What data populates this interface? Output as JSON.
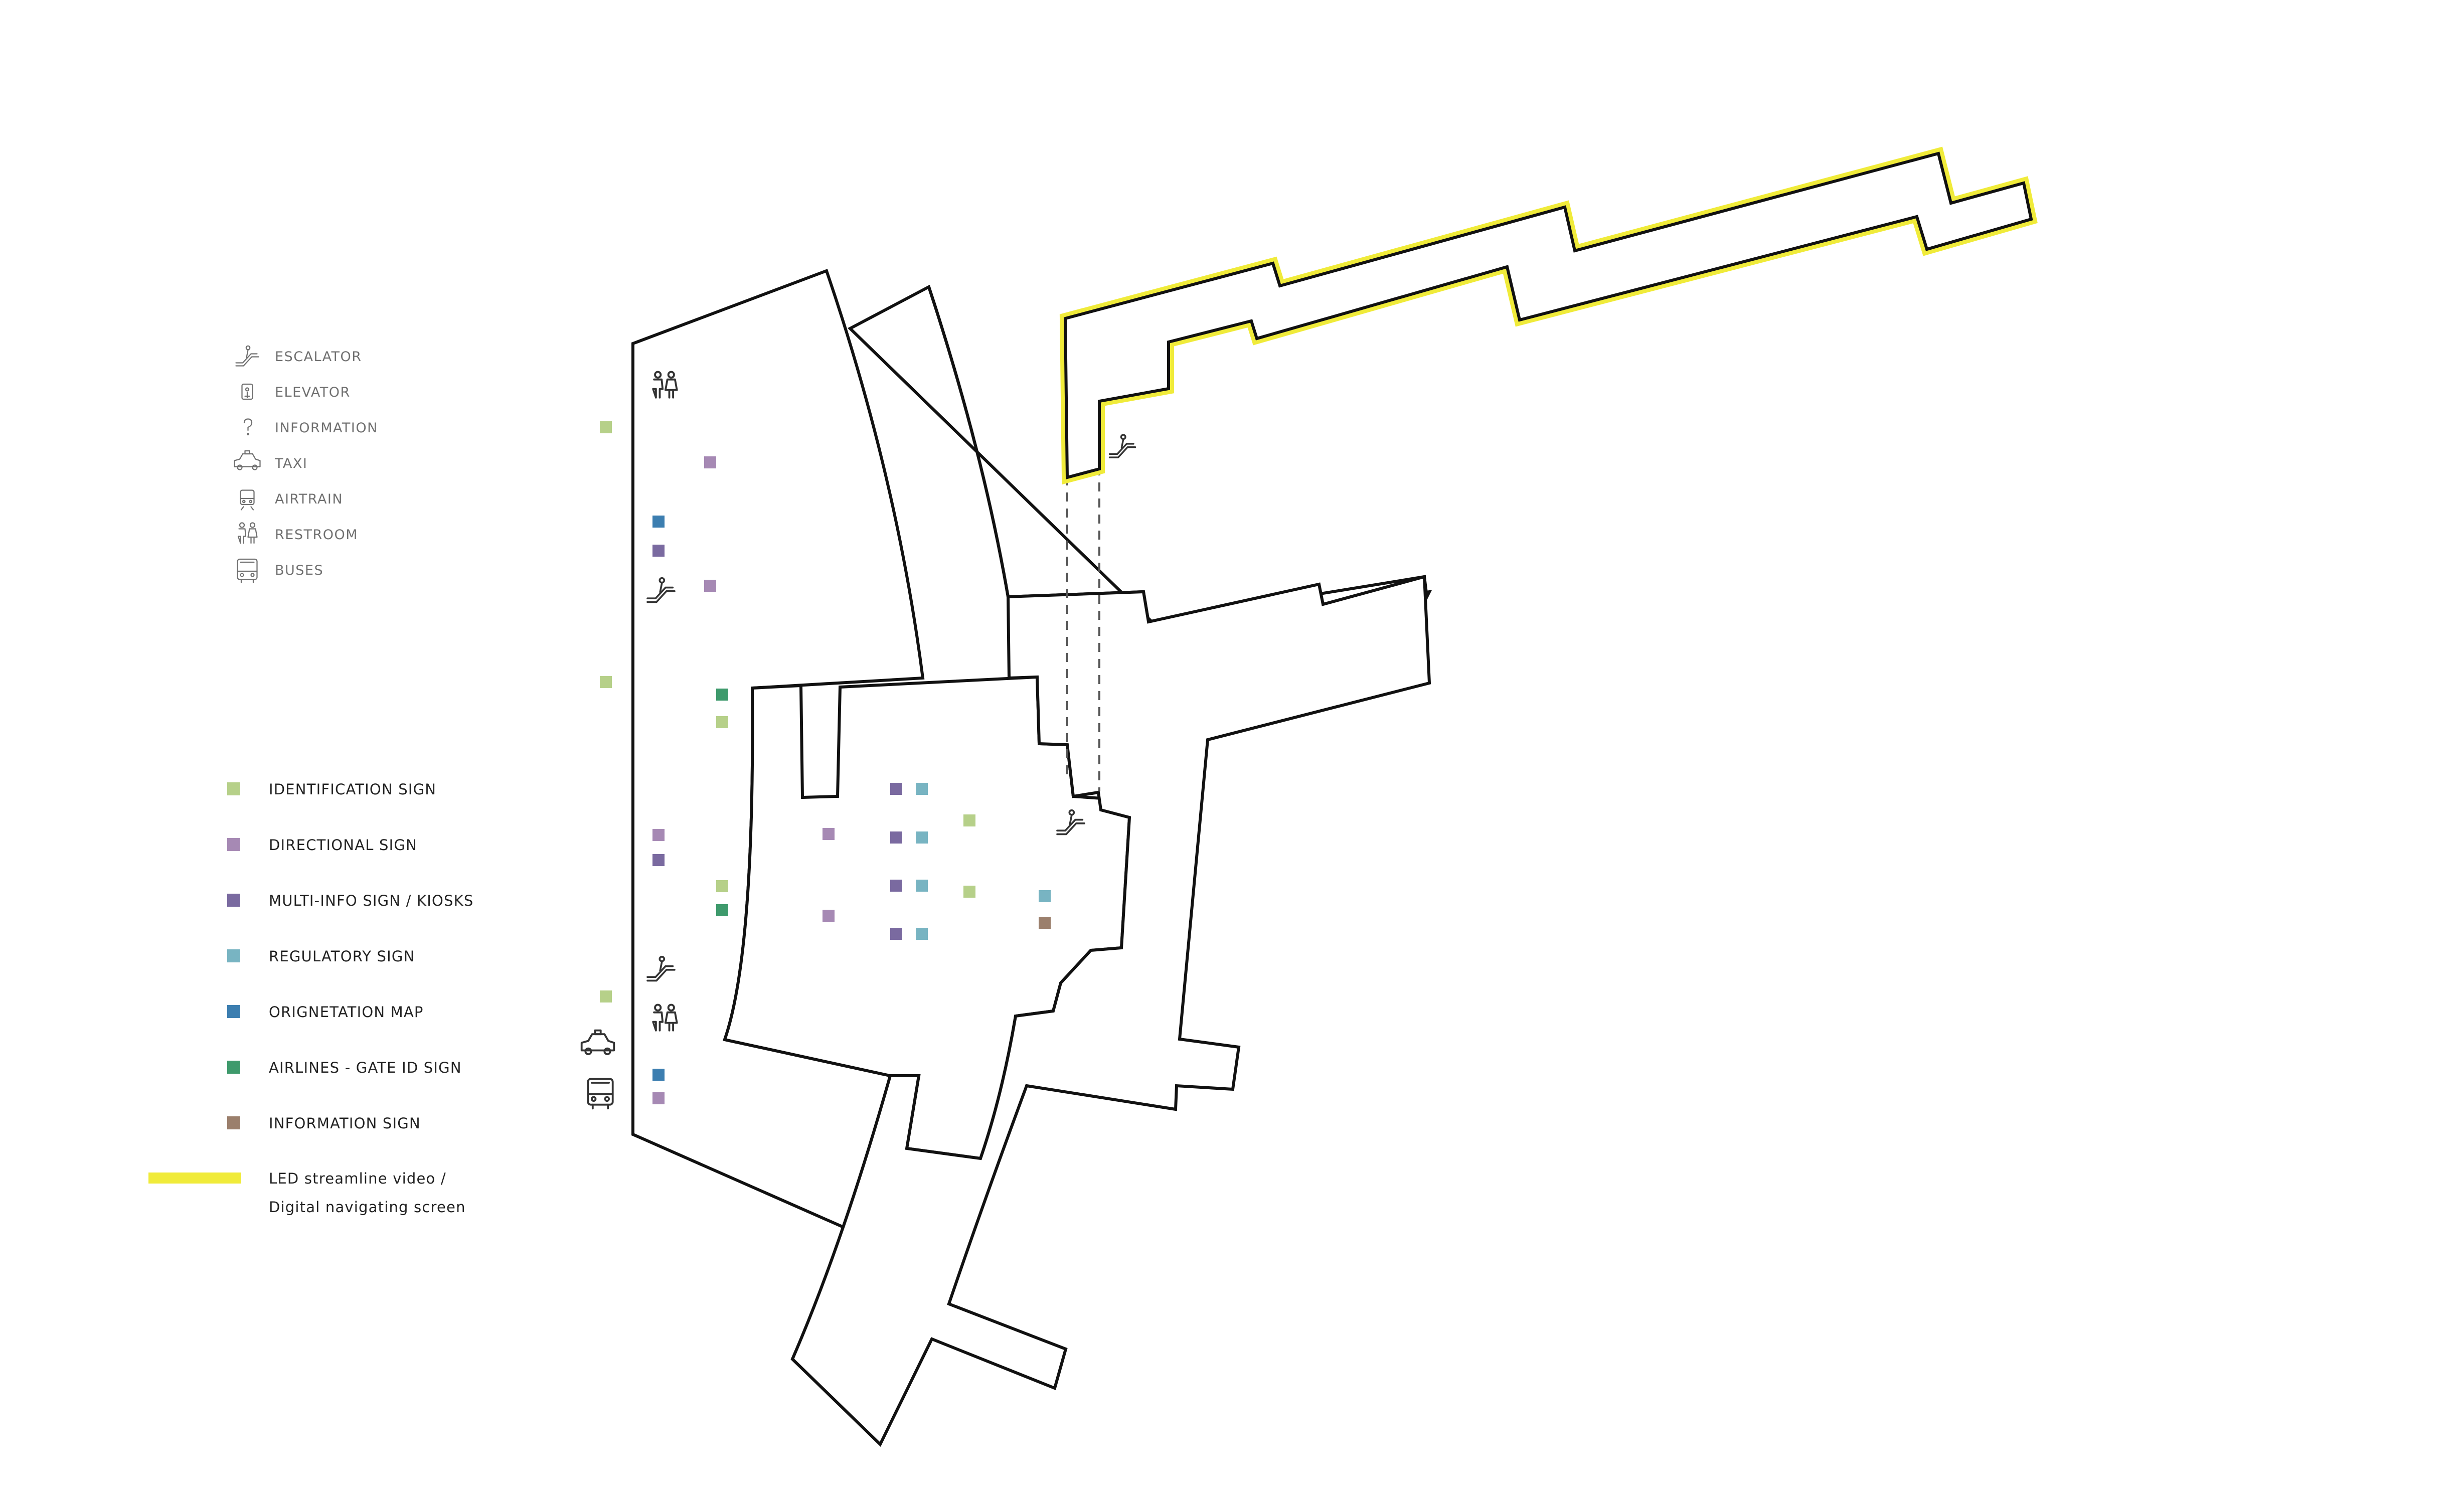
{
  "colors": {
    "identification_sign": "#b6d089",
    "directional_sign": "#a689b4",
    "multi_info_sign": "#7a6aa0",
    "regulatory_sign": "#78b4c2",
    "orientation_map": "#3c7eb0",
    "airlines_gate_id_sign": "#3e9a6c",
    "information_sign": "#9b7f6c",
    "led_streamline": "#f0eb3a",
    "outline": "#111111"
  },
  "icon_legend": {
    "items": [
      {
        "icon": "escalator-icon",
        "label": "ESCALATOR"
      },
      {
        "icon": "elevator-icon",
        "label": "ELEVATOR"
      },
      {
        "icon": "information-icon",
        "label": "INFORMATION"
      },
      {
        "icon": "taxi-icon",
        "label": "TAXI"
      },
      {
        "icon": "airtrain-icon",
        "label": "AIRTRAIN"
      },
      {
        "icon": "restroom-icon",
        "label": "RESTROOM"
      },
      {
        "icon": "bus-icon",
        "label": "BUSES"
      }
    ]
  },
  "sign_legend": {
    "items": [
      {
        "type": "identification_sign",
        "label": "IDENTIFICATION SIGN"
      },
      {
        "type": "directional_sign",
        "label": "DIRECTIONAL SIGN"
      },
      {
        "type": "multi_info_sign",
        "label": "MULTI-INFO SIGN / KIOSKS"
      },
      {
        "type": "regulatory_sign",
        "label": "REGULATORY SIGN"
      },
      {
        "type": "orientation_map",
        "label": "ORIGNETATION MAP"
      },
      {
        "type": "airlines_gate_id_sign",
        "label": "AIRLINES - GATE ID SIGN"
      },
      {
        "type": "information_sign",
        "label": "INFORMATION SIGN"
      }
    ],
    "led": {
      "line1": "LED streamline video /",
      "line2": "Digital navigating screen"
    }
  },
  "map": {
    "sign_markers": [
      {
        "type": "identification_sign"
      },
      {
        "type": "directional_sign"
      },
      {
        "type": "orientation_map"
      },
      {
        "type": "multi_info_sign"
      },
      {
        "type": "directional_sign"
      },
      {
        "type": "identification_sign"
      },
      {
        "type": "airlines_gate_id_sign"
      },
      {
        "type": "identification_sign"
      },
      {
        "type": "directional_sign"
      },
      {
        "type": "multi_info_sign"
      },
      {
        "type": "identification_sign"
      },
      {
        "type": "airlines_gate_id_sign"
      },
      {
        "type": "directional_sign"
      },
      {
        "type": "directional_sign"
      },
      {
        "type": "multi_info_sign"
      },
      {
        "type": "regulatory_sign"
      },
      {
        "type": "multi_info_sign"
      },
      {
        "type": "regulatory_sign"
      },
      {
        "type": "multi_info_sign"
      },
      {
        "type": "regulatory_sign"
      },
      {
        "type": "multi_info_sign"
      },
      {
        "type": "regulatory_sign"
      },
      {
        "type": "identification_sign"
      },
      {
        "type": "identification_sign"
      },
      {
        "type": "regulatory_sign"
      },
      {
        "type": "information_sign"
      },
      {
        "type": "identification_sign"
      },
      {
        "type": "orientation_map"
      },
      {
        "type": "directional_sign"
      }
    ],
    "icons": [
      {
        "icon": "restroom-icon"
      },
      {
        "icon": "escalator-icon"
      },
      {
        "icon": "escalator-icon"
      },
      {
        "icon": "restroom-icon"
      },
      {
        "icon": "taxi-icon"
      },
      {
        "icon": "bus-icon"
      },
      {
        "icon": "escalator-icon"
      },
      {
        "icon": "escalator-icon"
      }
    ]
  }
}
